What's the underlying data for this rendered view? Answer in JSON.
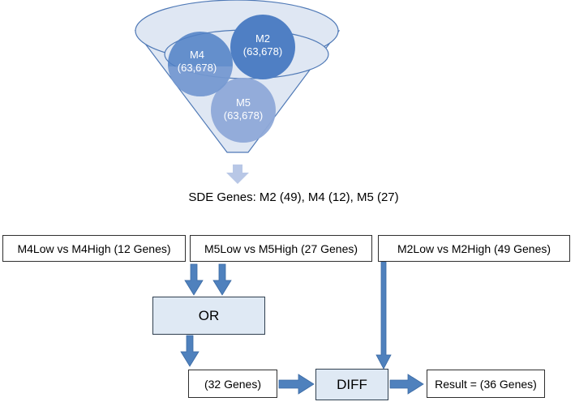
{
  "funnel": {
    "circles": [
      {
        "id": "M2",
        "label": "M2",
        "count": "(63,678)"
      },
      {
        "id": "M4",
        "label": "M4",
        "count": "(63,678)"
      },
      {
        "id": "M5",
        "label": "M5",
        "count": "(63,678)"
      }
    ]
  },
  "sde_text": "SDE Genes: M2 (49), M4 (12), M5 (27)",
  "boxes": {
    "m4": "M4Low vs M4High (12 Genes)",
    "m5": "M5Low vs M5High (27 Genes)",
    "m2": "M2Low vs M2High (49 Genes)",
    "or": "OR",
    "genes32": "(32 Genes)",
    "diff": "DIFF",
    "result": "Result = (36 Genes)"
  },
  "colors": {
    "funnel_fill": "#dfe7f3",
    "funnel_stroke": "#4f79b6",
    "circle_dark": "#4f7fc4",
    "circle_light": "#8ea9d8",
    "arrow_fill": "#4f81bd",
    "down_arrow_light": "#b8c7e6",
    "op_box_fill": "#dfe9f4"
  }
}
